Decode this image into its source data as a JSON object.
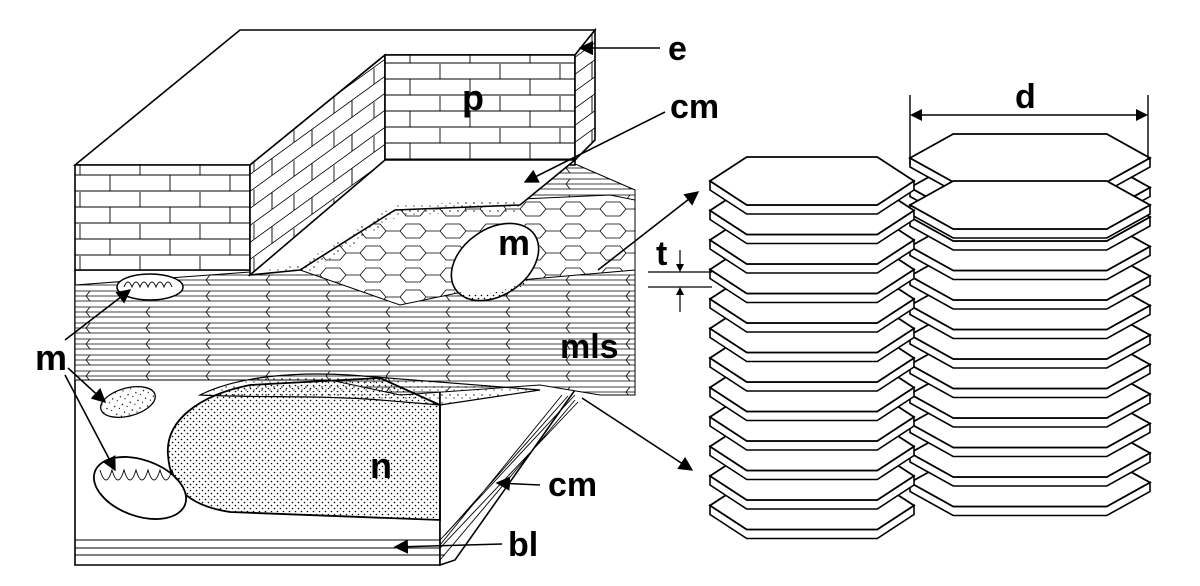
{
  "figure": {
    "labels": {
      "e": "e",
      "p": "p",
      "cm_top": "cm",
      "m_cell": "m",
      "t": "t",
      "m_left": "m",
      "mls": "mls",
      "n": "n",
      "cm_bottom": "cm",
      "bl": "bl",
      "d": "d"
    }
  }
}
